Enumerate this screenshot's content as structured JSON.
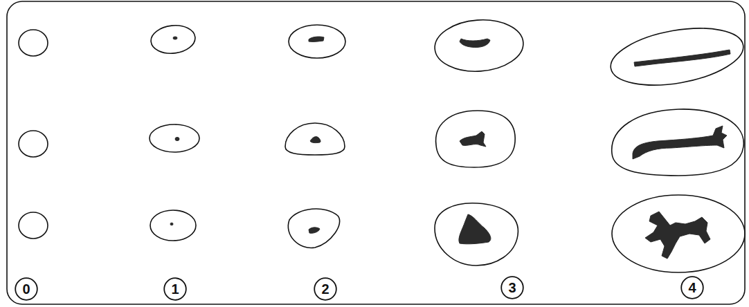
{
  "diagram": {
    "nodes": [
      {
        "text": [
          "0"
        ]
      },
      {
        "text": [
          "1"
        ]
      },
      {
        "text": [
          "2"
        ]
      },
      {
        "text": [
          "3"
        ]
      },
      {
        "text": [
          "4"
        ]
      }
    ]
  }
}
